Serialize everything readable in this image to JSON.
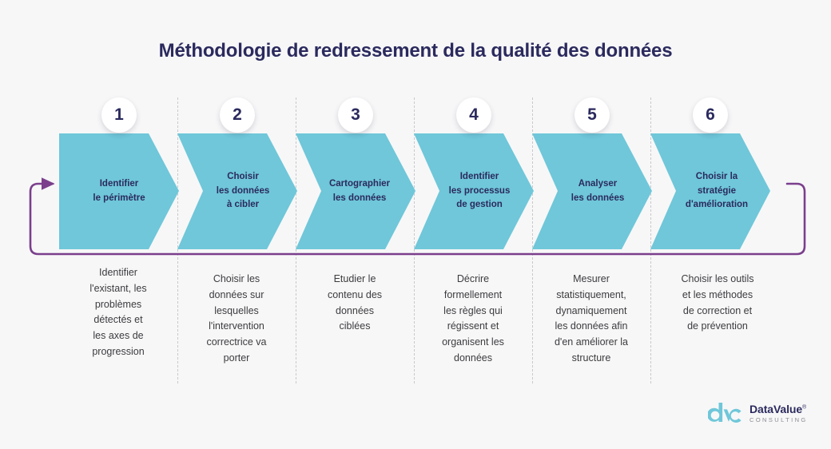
{
  "title": "Méthodologie de redressement de la qualité des données",
  "colors": {
    "background": "#f7f7f8",
    "chevron": "#6fc7d9",
    "navy": "#2b2a5e",
    "purple": "#7b3f8c",
    "dashed": "#c9c9cc",
    "body_text": "#3c3c3f",
    "logo_teal": "#6fc7d9",
    "logo_sub": "#8b8b93"
  },
  "steps": [
    {
      "number": "1",
      "title_lines": [
        "Identifier",
        "le périmètre"
      ],
      "description_lines": [
        "Identifier",
        "l'existant, les",
        "problèmes",
        "détectés et",
        "les axes de",
        "progression"
      ]
    },
    {
      "number": "2",
      "title_lines": [
        "Choisir",
        "les données",
        "à cibler"
      ],
      "description_lines": [
        "Choisir les",
        "données sur",
        "lesquelles",
        "l'intervention",
        "correctrice va",
        "porter"
      ]
    },
    {
      "number": "3",
      "title_lines": [
        "Cartographier",
        "les  données"
      ],
      "description_lines": [
        "Etudier le",
        "contenu des",
        "données",
        "ciblées"
      ]
    },
    {
      "number": "4",
      "title_lines": [
        "Identifier",
        "les processus",
        "de gestion"
      ],
      "description_lines": [
        "Décrire",
        "formellement",
        "les règles qui",
        "régissent et",
        "organisent les",
        "données"
      ]
    },
    {
      "number": "5",
      "title_lines": [
        "Analyser",
        "les données"
      ],
      "description_lines": [
        "Mesurer",
        "statistiquement,",
        "dynamiquement",
        "les données afin",
        "d'en améliorer la",
        "structure"
      ]
    },
    {
      "number": "6",
      "title_lines": [
        "Choisir la",
        "stratégie",
        "d'amélioration"
      ],
      "description_lines": [
        "Choisir les outils",
        "et les méthodes",
        "de correction et",
        "de prévention"
      ]
    }
  ],
  "loop": {
    "name": "feedback-loop-arrow",
    "direction": "from step 6 back to step 1"
  },
  "logo": {
    "mark": "dvc",
    "name": "DataValue",
    "registered": "®",
    "subtitle": "CONSULTING"
  }
}
